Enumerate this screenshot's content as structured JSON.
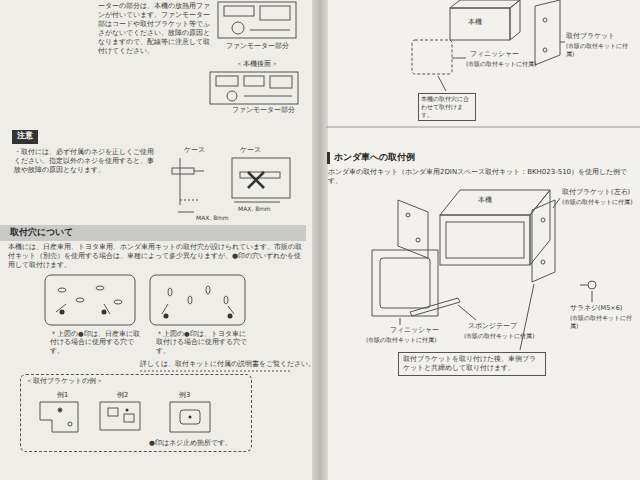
{
  "diagram": {
    "nodes": [
      {
        "text": [
          "注意"
        ]
      },
      {
        "text": [
          "取付穴について"
        ]
      },
      {
        "text": [
          "＜取付ブラケットの例＞",
          "例1",
          "例2",
          "例3",
          "●印はネジ止め箇所です。"
        ]
      },
      {
        "text": [
          "本機の取付穴に合わせて取付けます。"
        ]
      },
      {
        "text": [
          "取付ブラケットを取り付けた後、車側ブラケットと共締めして取り付けます。"
        ]
      }
    ],
    "labels": [
      "ーターの部分は、本機の放熱用ファンが付いています。ファンモーター部はコードや取付ブラケット等でふさがないでください。故障の原因となりますので、配線等に注意して取付けてください。",
      "ファンモーター部分",
      "＜本機後面＞",
      "ファンモーター部分",
      "・取付には、必ず付属のネジを正しくご使用ください。指定以外のネジを使用すると、事故や故障の原因となります。",
      "ケース",
      "ケース",
      "MAX. 8mm",
      "MAX. 8mm",
      "本機には、日産車用、トヨタ車用、ホンダ車用キットの取付穴が設けられています。市販の取付キット（別売）を使用する場合は、車種によって多少異なりますが、●印の穴いずれかを使用して取付けます。",
      "＊上図の●印は、日産車に取付ける場合に使用する穴です。",
      "＊上図の●印は、トヨタ車に取付ける場合に使用する穴です。",
      "詳しくは、取付キットに付属の説明書をご覧ください。",
      "本機",
      "取付ブラケット",
      "(市販の取付キットに付属)",
      "フィニッシャー",
      "(市販の取付キットに付属)",
      "ホンダ車への取付例",
      "ホンダ車の取付キット（ホンダ車用2DINスペース取付キット：BKH023-510）を使用した例です。",
      "本機",
      "取付ブラケット(左右)",
      "(市販の取付キットに付属)",
      "サラネジ(M5×6)",
      "(市販の取付キットに付属)",
      "フィニッシャー",
      "(市販の取付キットに付属)",
      "スポンジテープ",
      "(市販の取付キットに付属)"
    ]
  }
}
